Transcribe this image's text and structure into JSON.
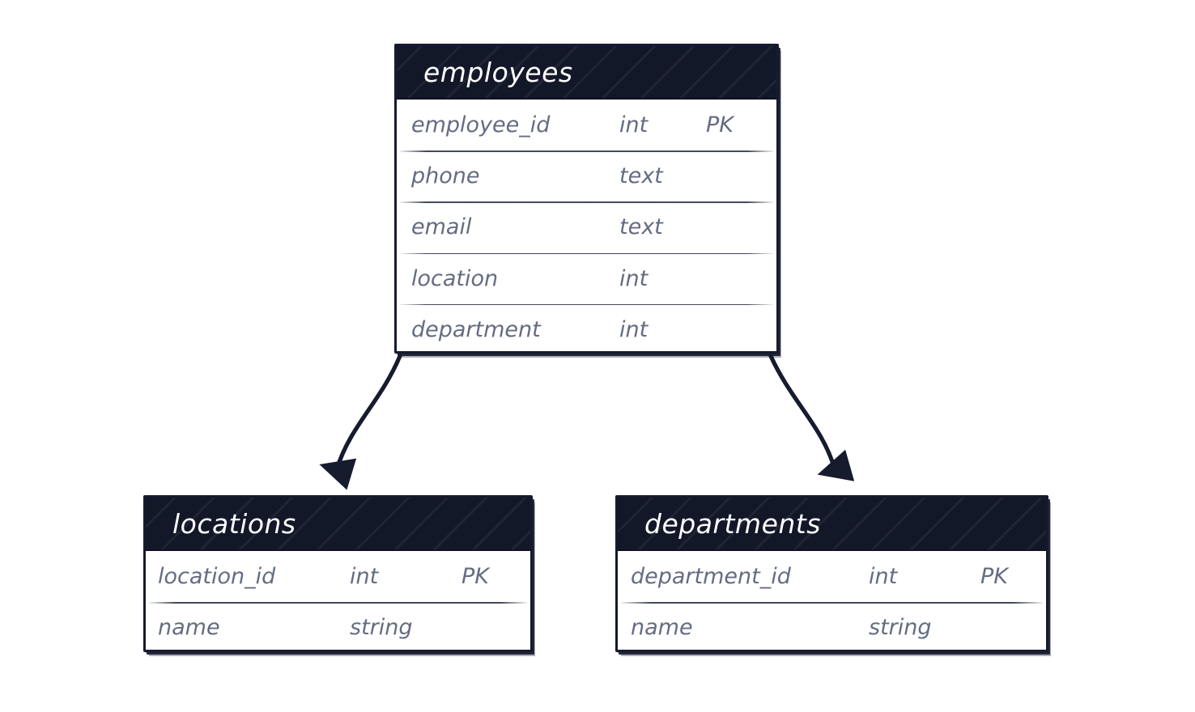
{
  "diagram": {
    "type": "entity-relationship-diagram",
    "style": "hand-drawn-sketch",
    "background_color": "#ffffff",
    "header_color": "#131829",
    "header_text_color": "#ffffff",
    "field_text_color": "#646c82",
    "border_color": "#161b2e"
  },
  "entities": [
    {
      "id": "employees",
      "name": "employees",
      "fields": [
        {
          "name": "employee_id",
          "type": "int",
          "key": "PK"
        },
        {
          "name": "phone",
          "type": "text",
          "key": ""
        },
        {
          "name": "email",
          "type": "text",
          "key": ""
        },
        {
          "name": "location",
          "type": "int",
          "key": ""
        },
        {
          "name": "department",
          "type": "int",
          "key": ""
        }
      ]
    },
    {
      "id": "locations",
      "name": "locations",
      "fields": [
        {
          "name": "location_id",
          "type": "int",
          "key": "PK"
        },
        {
          "name": "name",
          "type": "string",
          "key": ""
        }
      ]
    },
    {
      "id": "departments",
      "name": "departments",
      "fields": [
        {
          "name": "department_id",
          "type": "int",
          "key": "PK"
        },
        {
          "name": "name",
          "type": "string",
          "key": ""
        }
      ]
    }
  ],
  "relationships": [
    {
      "id": "employees-to-locations",
      "from": "employees",
      "to": "locations",
      "label": "",
      "arrow": "single"
    },
    {
      "id": "employees-to-departments",
      "from": "employees",
      "to": "departments",
      "label": "",
      "arrow": "single"
    }
  ]
}
